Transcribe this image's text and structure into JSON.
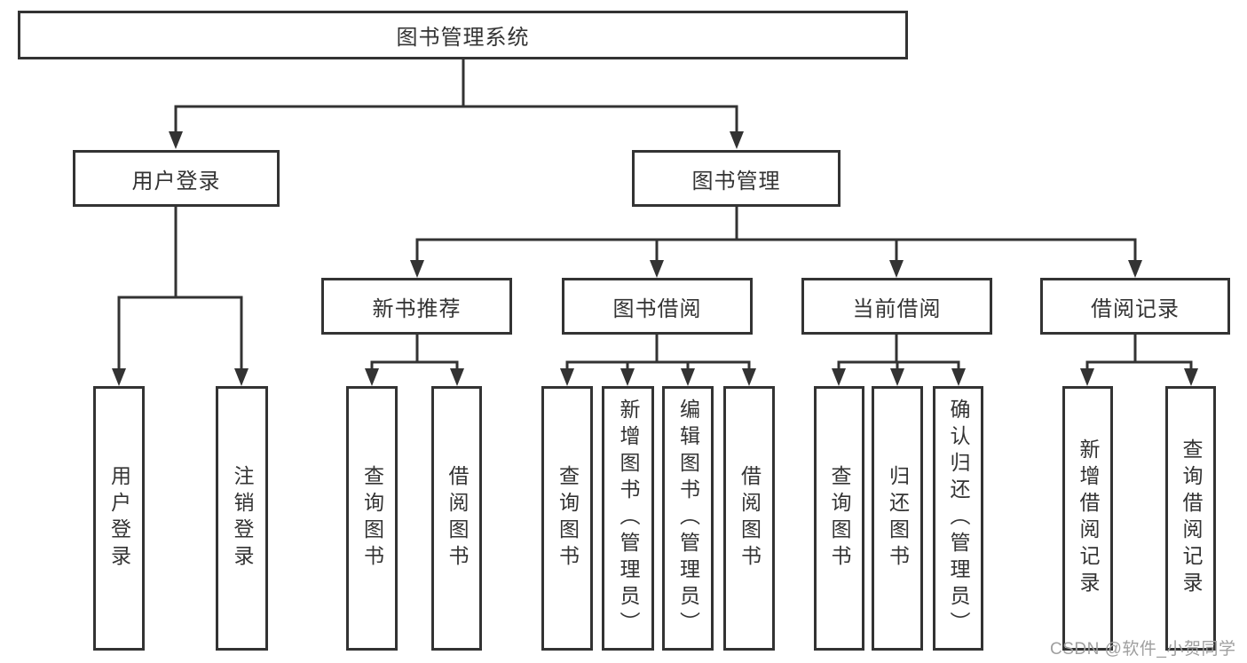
{
  "diagram": {
    "root": {
      "label": "图书管理系统"
    },
    "level2": [
      {
        "label": "用户登录"
      },
      {
        "label": "图书管理"
      }
    ],
    "level3": [
      {
        "label": "新书推荐"
      },
      {
        "label": "图书借阅"
      },
      {
        "label": "当前借阅"
      },
      {
        "label": "借阅记录"
      }
    ],
    "leaves": [
      {
        "label": "用户登录"
      },
      {
        "label": "注销登录"
      },
      {
        "label": "查询图书"
      },
      {
        "label": "借阅图书"
      },
      {
        "label": "查询图书"
      },
      {
        "label": "新增图书（管理员）"
      },
      {
        "label": "编辑图书（管理员）"
      },
      {
        "label": "借阅图书"
      },
      {
        "label": "查询图书"
      },
      {
        "label": "归还图书"
      },
      {
        "label": "确认归还（管理员）"
      },
      {
        "label": "新增借阅记录"
      },
      {
        "label": "查询借阅记录"
      }
    ],
    "watermark": "CSDN @软件_小贺同学",
    "colors": {
      "line": "#333333",
      "text": "#333333",
      "watermark": "#9f9f9f",
      "background": "#ffffff"
    }
  }
}
